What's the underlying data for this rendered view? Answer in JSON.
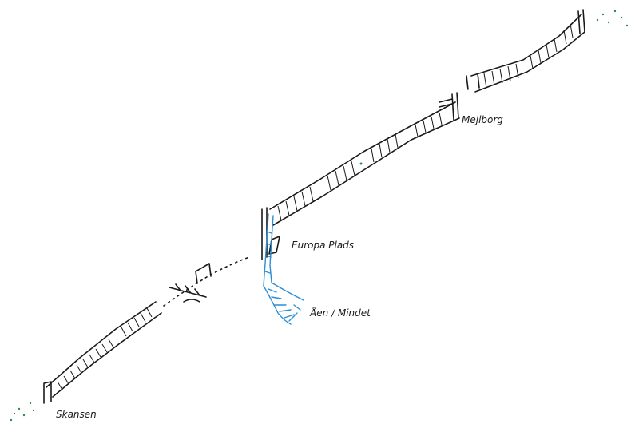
{
  "labels": {
    "skansen": "Skansen",
    "europa_plads": "Europa Plads",
    "aaen_mindet": "Åen / Mindet",
    "mejlborg": "Mejlborg"
  },
  "colors": {
    "ink": "#1a1a1a",
    "water": "#2a8fd6",
    "foliage": "#2e8b57"
  }
}
